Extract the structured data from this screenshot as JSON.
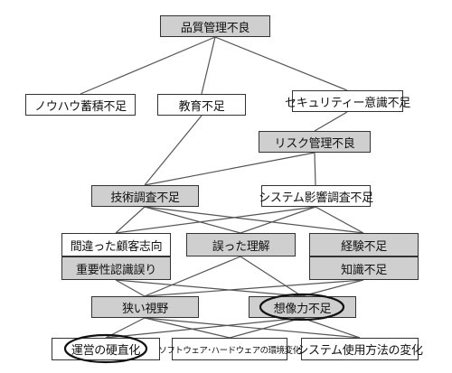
{
  "diagram": {
    "nodes": {
      "quality": "品質管理不良",
      "knowhow": "ノウハウ蓄積不足",
      "education": "教育不足",
      "security": "セキュリティー意識不足",
      "risk": "リスク管理不良",
      "tech_survey": "技術調査不足",
      "system_impact": "システム影響調査不足",
      "customer": "間違った顧客志向",
      "misunderstanding": "誤った理解",
      "experience": "経験不足",
      "importance": "重要性認識誤り",
      "knowledge": "知識不足",
      "narrow_view": "狭い視野",
      "imagination": "想像力不足",
      "rigid_ops": "運営の硬直化",
      "env_change": "ソフトウェア･ハードウェアの環境変化",
      "usage_change": "システム使用方法の変化"
    },
    "highlighted": [
      "imagination",
      "rigid_ops"
    ],
    "colors": {
      "gray_fill": "#cfcfcf",
      "border": "#333333",
      "line": "#555555"
    }
  }
}
